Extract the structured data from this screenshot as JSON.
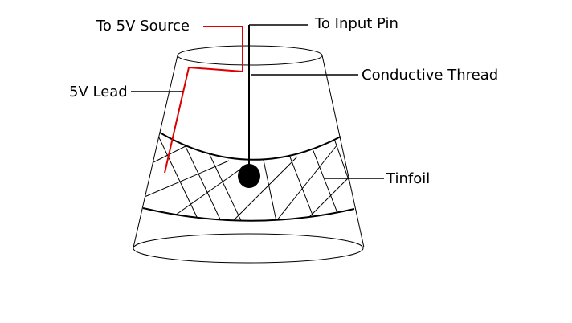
{
  "labels": {
    "to_5v_source": "To 5V Source",
    "to_input_pin": "To Input Pin",
    "conductive_thread": "Conductive Thread",
    "five_v_lead": "5V Lead",
    "tinfoil": "Tinfoil"
  },
  "colors": {
    "outline": "#000000",
    "lead": "#dd0000",
    "background": "#ffffff"
  }
}
